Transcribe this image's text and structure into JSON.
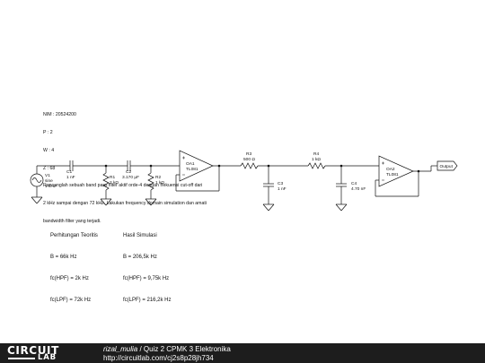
{
  "problem": {
    "lines": [
      "NIM : 20524200",
      "P : 2",
      "W : 4",
      "Z : 68",
      "Rancanglah sebuah band pass filter aktif orde-4 dengan frekuensi cut-off dari",
      "2 kHz sampai dengan 72 kHz. Lakukan frequency domain simulation dan amati",
      "bandwidth filter yang terjadi."
    ]
  },
  "components": {
    "V1": {
      "ref": "V1",
      "type": "sine",
      "value": "1 kHz"
    },
    "C1": {
      "ref": "C1",
      "value": "1 nF"
    },
    "R1": {
      "ref": "R1",
      "value": "2 kΩ"
    },
    "C2": {
      "ref": "C2",
      "value": "3.170 μF"
    },
    "R2": {
      "ref": "R2",
      "value": "1 kΩ"
    },
    "OA1": {
      "ref": "OA1",
      "part": "TL081"
    },
    "R3": {
      "ref": "R3",
      "value": "500 Ω"
    },
    "C3": {
      "ref": "C3",
      "value": "1 nF"
    },
    "R4": {
      "ref": "R4",
      "value": "1 kΩ"
    },
    "C4": {
      "ref": "C4",
      "value": "4.70 nF"
    },
    "OA2": {
      "ref": "OA2",
      "part": "TL081"
    },
    "output": {
      "label": "Output"
    }
  },
  "theory": {
    "title": "Perhitungan Teoritis",
    "lines": [
      "B = 66k Hz",
      "fc(HPF) = 2k Hz",
      "fc(LPF) = 72k Hz"
    ]
  },
  "simulation": {
    "title": "Hasil Simulasi",
    "lines": [
      "B = 206,5k Hz",
      "fc(HPF) = 9,75k Hz",
      "fc(LPF) = 216,2k Hz"
    ]
  },
  "footer": {
    "logo_top": "CIRCUIT",
    "logo_bottom": "LAB",
    "author": "rizal_mulia",
    "separator": " / ",
    "title": "Quiz 2 CPMK 3 Elektronika",
    "url": "http://circuitlab.com/cj2s8p28jh734"
  },
  "colors": {
    "wire": "#111111",
    "background": "#ffffff",
    "footer": "#1d1d1d"
  }
}
